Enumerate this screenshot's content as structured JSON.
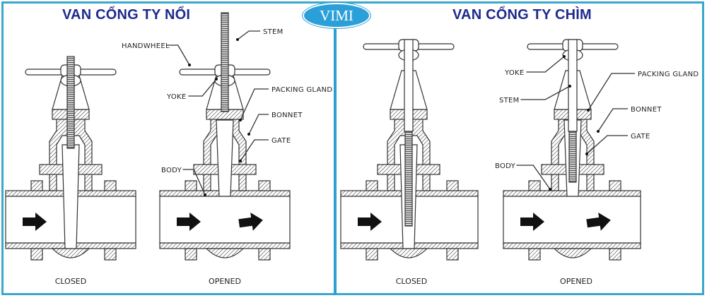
{
  "header": {
    "left_title": "VAN CỔNG TY NỔI",
    "right_title": "VAN CỔNG TY CHÌM",
    "logo_text": "VIMI"
  },
  "colors": {
    "title": "#1f2a8c",
    "frame": "#3aa7cc",
    "logo": "#2b9fd8",
    "line": "#333333"
  },
  "panels": [
    {
      "name": "rising-stem-gate-valve",
      "title_ref": "header.left_title",
      "diagrams": [
        {
          "state": "closed",
          "caption": "CLOSED",
          "stem": "rising",
          "gate_open": false,
          "labels": []
        },
        {
          "state": "opened",
          "caption": "OPENED",
          "stem": "rising",
          "gate_open": true,
          "labels": [
            "STEM",
            "HANDWHEEL",
            "YOKE",
            "PACKING GLAND",
            "BONNET",
            "GATE",
            "BODY"
          ]
        }
      ]
    },
    {
      "name": "non-rising-stem-gate-valve",
      "title_ref": "header.right_title",
      "diagrams": [
        {
          "state": "closed",
          "caption": "CLOSED",
          "stem": "non-rising",
          "gate_open": false,
          "labels": []
        },
        {
          "state": "opened",
          "caption": "OPENED",
          "stem": "non-rising",
          "gate_open": true,
          "labels": [
            "YOKE",
            "PACKING GLAND",
            "STEM",
            "BONNET",
            "GATE",
            "BODY"
          ]
        }
      ]
    }
  ]
}
